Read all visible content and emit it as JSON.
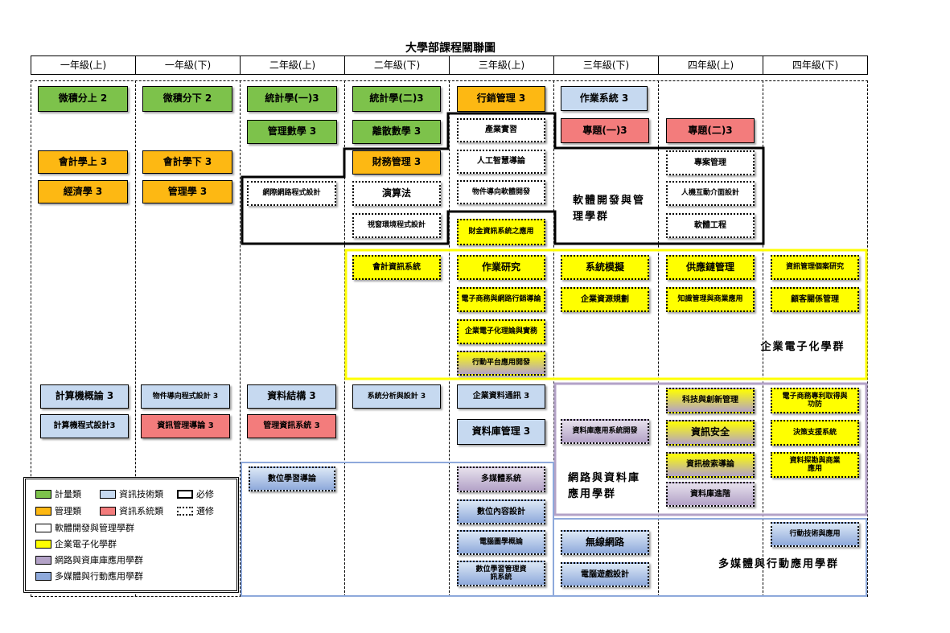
{
  "title": "大學部課程關聯圖",
  "headers": [
    "一年級(上)",
    "一年級(下)",
    "二年級(上)",
    "二年級(下)",
    "三年級(上)",
    "三年級(下)",
    "四年級(上)",
    "四年級(下)"
  ],
  "courses": {
    "c1": [
      "微積分上 2",
      "會計學上 3",
      "經濟學 3",
      "計算機概論 3",
      "計算機程式設計3"
    ],
    "c2": [
      "微積分下 2",
      "會計學下 3",
      "管理學 3",
      "物件導向程式設計 3",
      "資訊管理導論 3"
    ],
    "c3": [
      "統計學(一)3",
      "管理數學 3",
      "網際網路程式設計",
      "資料結構 3",
      "管理資訊系統 3",
      "數位學習導論"
    ],
    "c4": [
      "統計學(二)3",
      "離散數學 3",
      "財務管理 3",
      "演算法",
      "視窗環境程式設計",
      "會計資訊系統",
      "系統分析與設計 3"
    ],
    "c5": [
      "行銷管理 3",
      "產業實習",
      "人工智慧導論",
      "物件導向軟體開發",
      "財金資訊系統之應用",
      "作業研究",
      "電子商務與網路行銷導論",
      "企業電子化理論與實務",
      "行動平台應用開發",
      "企業資料通訊 3",
      "資料庫管理 3",
      "多媒體系統",
      "數位內容設計",
      "電腦圖學概論",
      "數位學習管理資訊系統"
    ],
    "c6": [
      "作業系統 3",
      "專題(一)3",
      "系統模擬",
      "企業資源規劃",
      "資料庫應用系統開發",
      "無線網路",
      "電腦遊戲設計"
    ],
    "c7": [
      "專題(二)3",
      "專案管理",
      "人機互動介面設計",
      "軟體工程",
      "供應鏈管理",
      "知識管理與商業應用",
      "科技與創新管理",
      "資訊安全",
      "資訊檢索導論",
      "資料庫進階"
    ],
    "c8": [
      "資訊管理個案研究",
      "顧客關係管理",
      "電子商務專利取得與功防",
      "決策支援系統",
      "資料探勘與商業應用",
      "行動技術與應用"
    ]
  },
  "groups": {
    "software": "軟體開發與管理學群",
    "ebiz": "企業電子化學群",
    "network": "網路與資料庫應用學群",
    "multimedia": "多媒體與行動應用學群"
  },
  "legend": {
    "math": "計量類",
    "it": "資訊技術類",
    "required": "必修",
    "mgmt": "管理類",
    "is": "資訊系統類",
    "elective": "選修",
    "g_software": "軟體開發與管理學群",
    "g_ebiz": "企業電子化學群",
    "g_network": "網路與資庫庫應用學群",
    "g_multimedia": "多媒體與行動應用學群"
  },
  "colors": {
    "math": "#7dc24b",
    "mgmt": "#fdb813",
    "it": "#c6d9f0",
    "is": "#f37c7c",
    "ebiz": "#ffff00",
    "network": "#b3a2c7",
    "multimedia": "#8ea9db"
  }
}
